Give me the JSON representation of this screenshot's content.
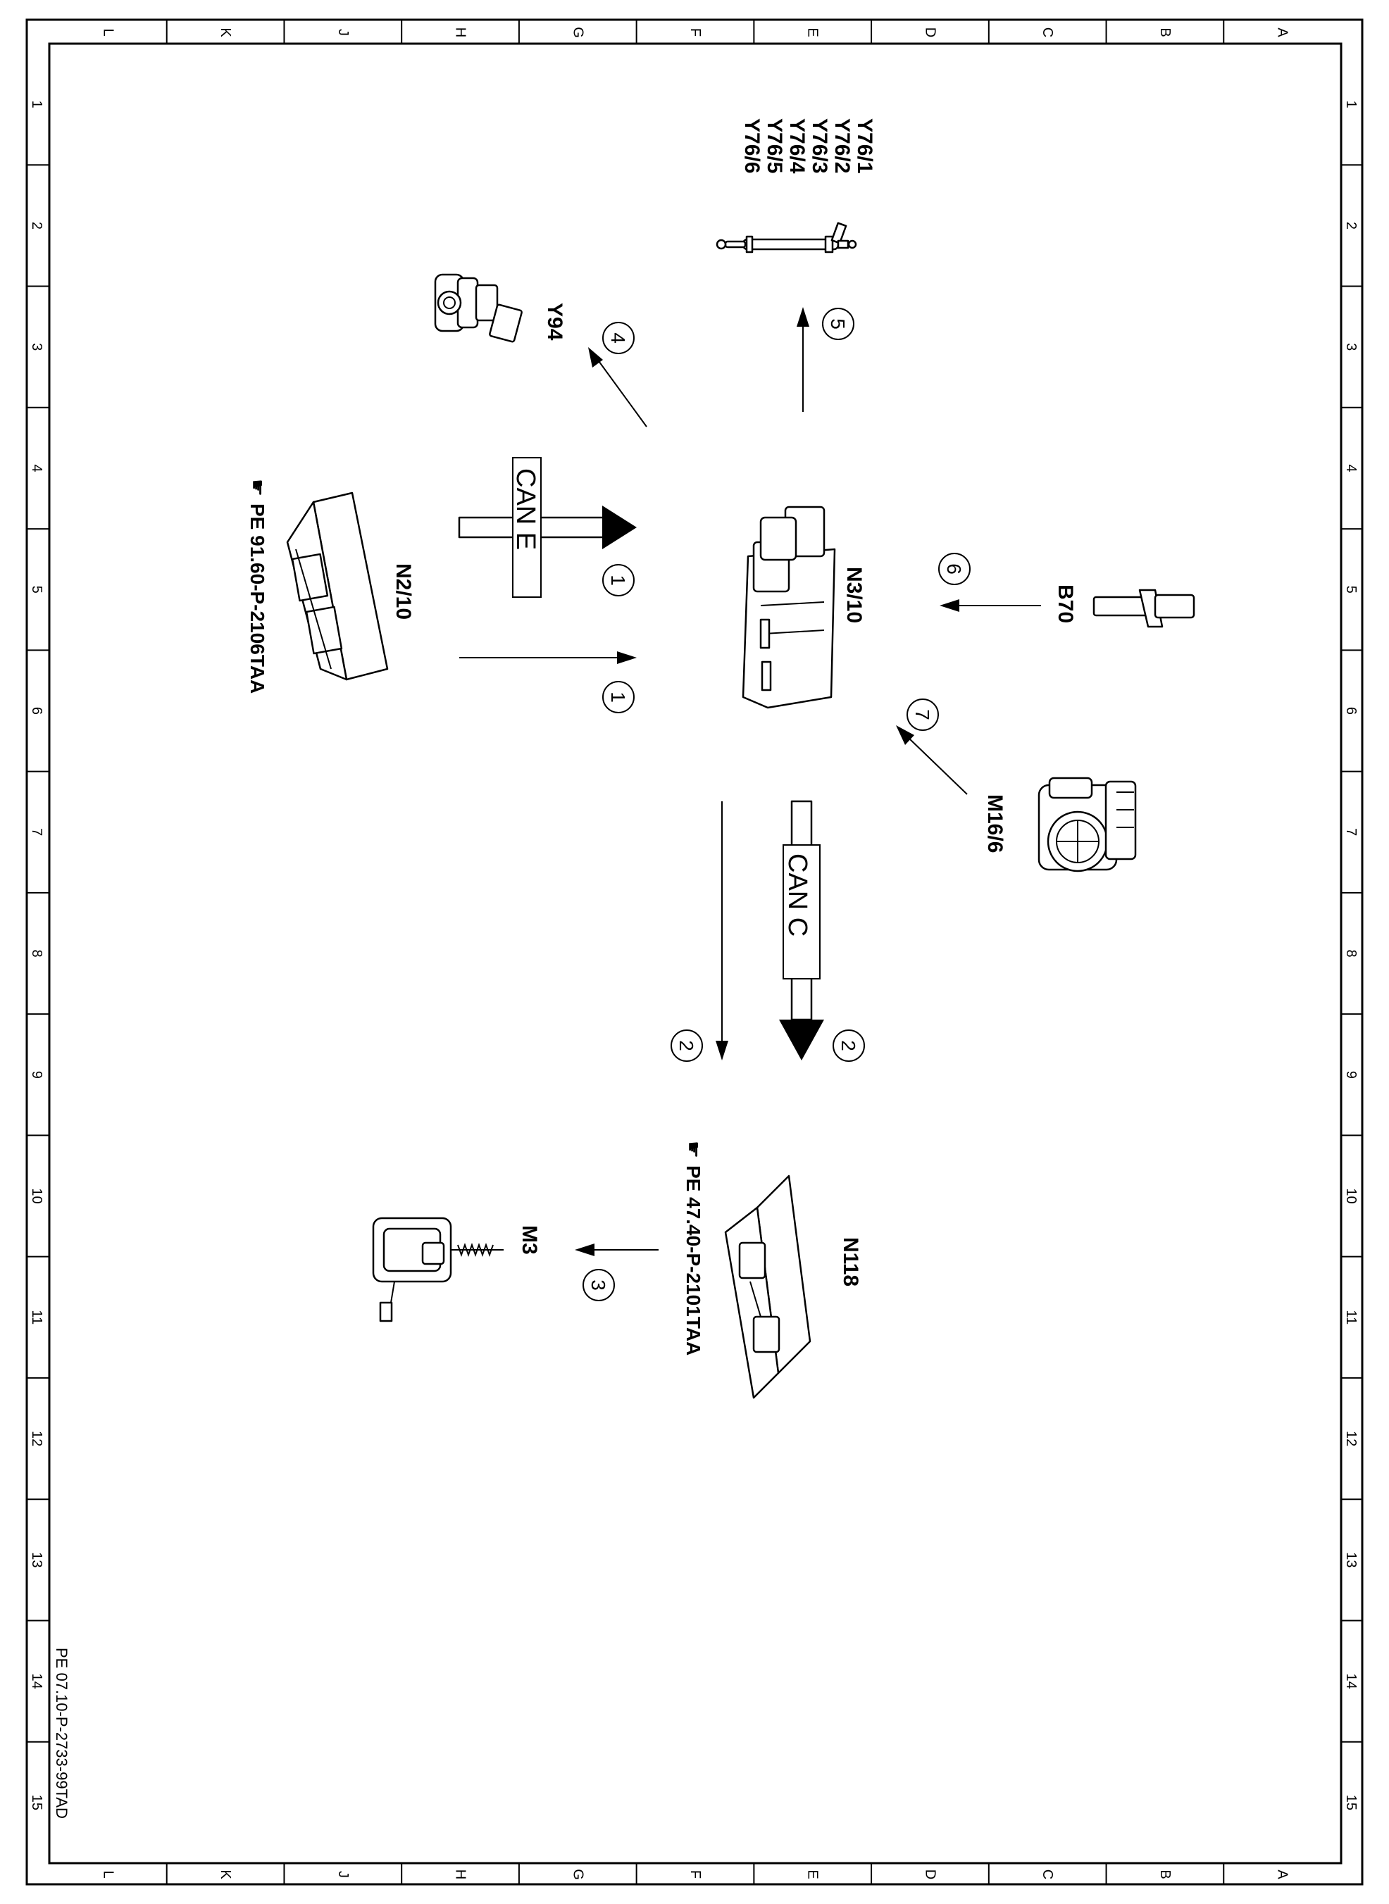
{
  "grid": {
    "columns": [
      "L",
      "K",
      "J",
      "H",
      "G",
      "F",
      "E",
      "D",
      "C",
      "B",
      "A"
    ],
    "rows": [
      "1",
      "2",
      "3",
      "4",
      "5",
      "6",
      "7",
      "8",
      "9",
      "10",
      "11",
      "12",
      "13",
      "14",
      "15"
    ]
  },
  "document_id": "PE 07.10-P-2733-99TAD",
  "components": {
    "n3_10": "N3/10",
    "n2_10": "N2/10",
    "n2_10_ref": "PE 91.60-P-2106TAA",
    "y94": "Y94",
    "y76": [
      "Y76/1",
      "Y76/2",
      "Y76/3",
      "Y76/4",
      "Y76/5",
      "Y76/6"
    ],
    "b70": "B70",
    "m16_6": "M16/6",
    "n118": "N118",
    "n118_ref": "PE 47.40-P-2101TAA",
    "m3": "M3"
  },
  "buses": {
    "can_e": "CAN E",
    "can_c": "CAN C"
  },
  "callouts": [
    "1",
    "1",
    "2",
    "2",
    "3",
    "4",
    "5",
    "6",
    "7"
  ],
  "icons": {
    "reference": "pointing-hand-icon"
  }
}
